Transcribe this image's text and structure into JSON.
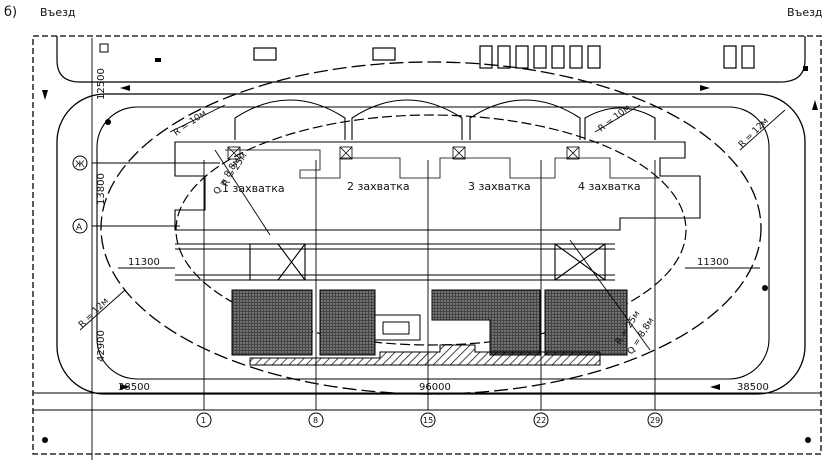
{
  "figure_label": "б)",
  "entrances": {
    "left": "Въезд",
    "right": "Въезд"
  },
  "zones": [
    "1 захватка",
    "2 захватка",
    "3 захватка",
    "4 захватка"
  ],
  "axes_letters": [
    "Ж",
    "А"
  ],
  "axes_numbers": [
    "1",
    "8",
    "15",
    "22",
    "29"
  ],
  "dimensions": {
    "left_top": "12500",
    "left_mid": "13800",
    "left_bottom": "42900",
    "left_offset": "11300",
    "right_offset": "11300",
    "bottom_left": "38500",
    "bottom_center": "96000",
    "bottom_right": "38500"
  },
  "radii": {
    "top_left_corner": "R = 10м",
    "top_right_corner": "R = 10м",
    "far_right": "R = 12м",
    "far_left": "R = 12м",
    "crane_left_r": "R = 25м",
    "crane_left_q": "Q = 8,8м",
    "crane_right_r": "R = 25м",
    "crane_right_q": "Q = 8,8м"
  }
}
